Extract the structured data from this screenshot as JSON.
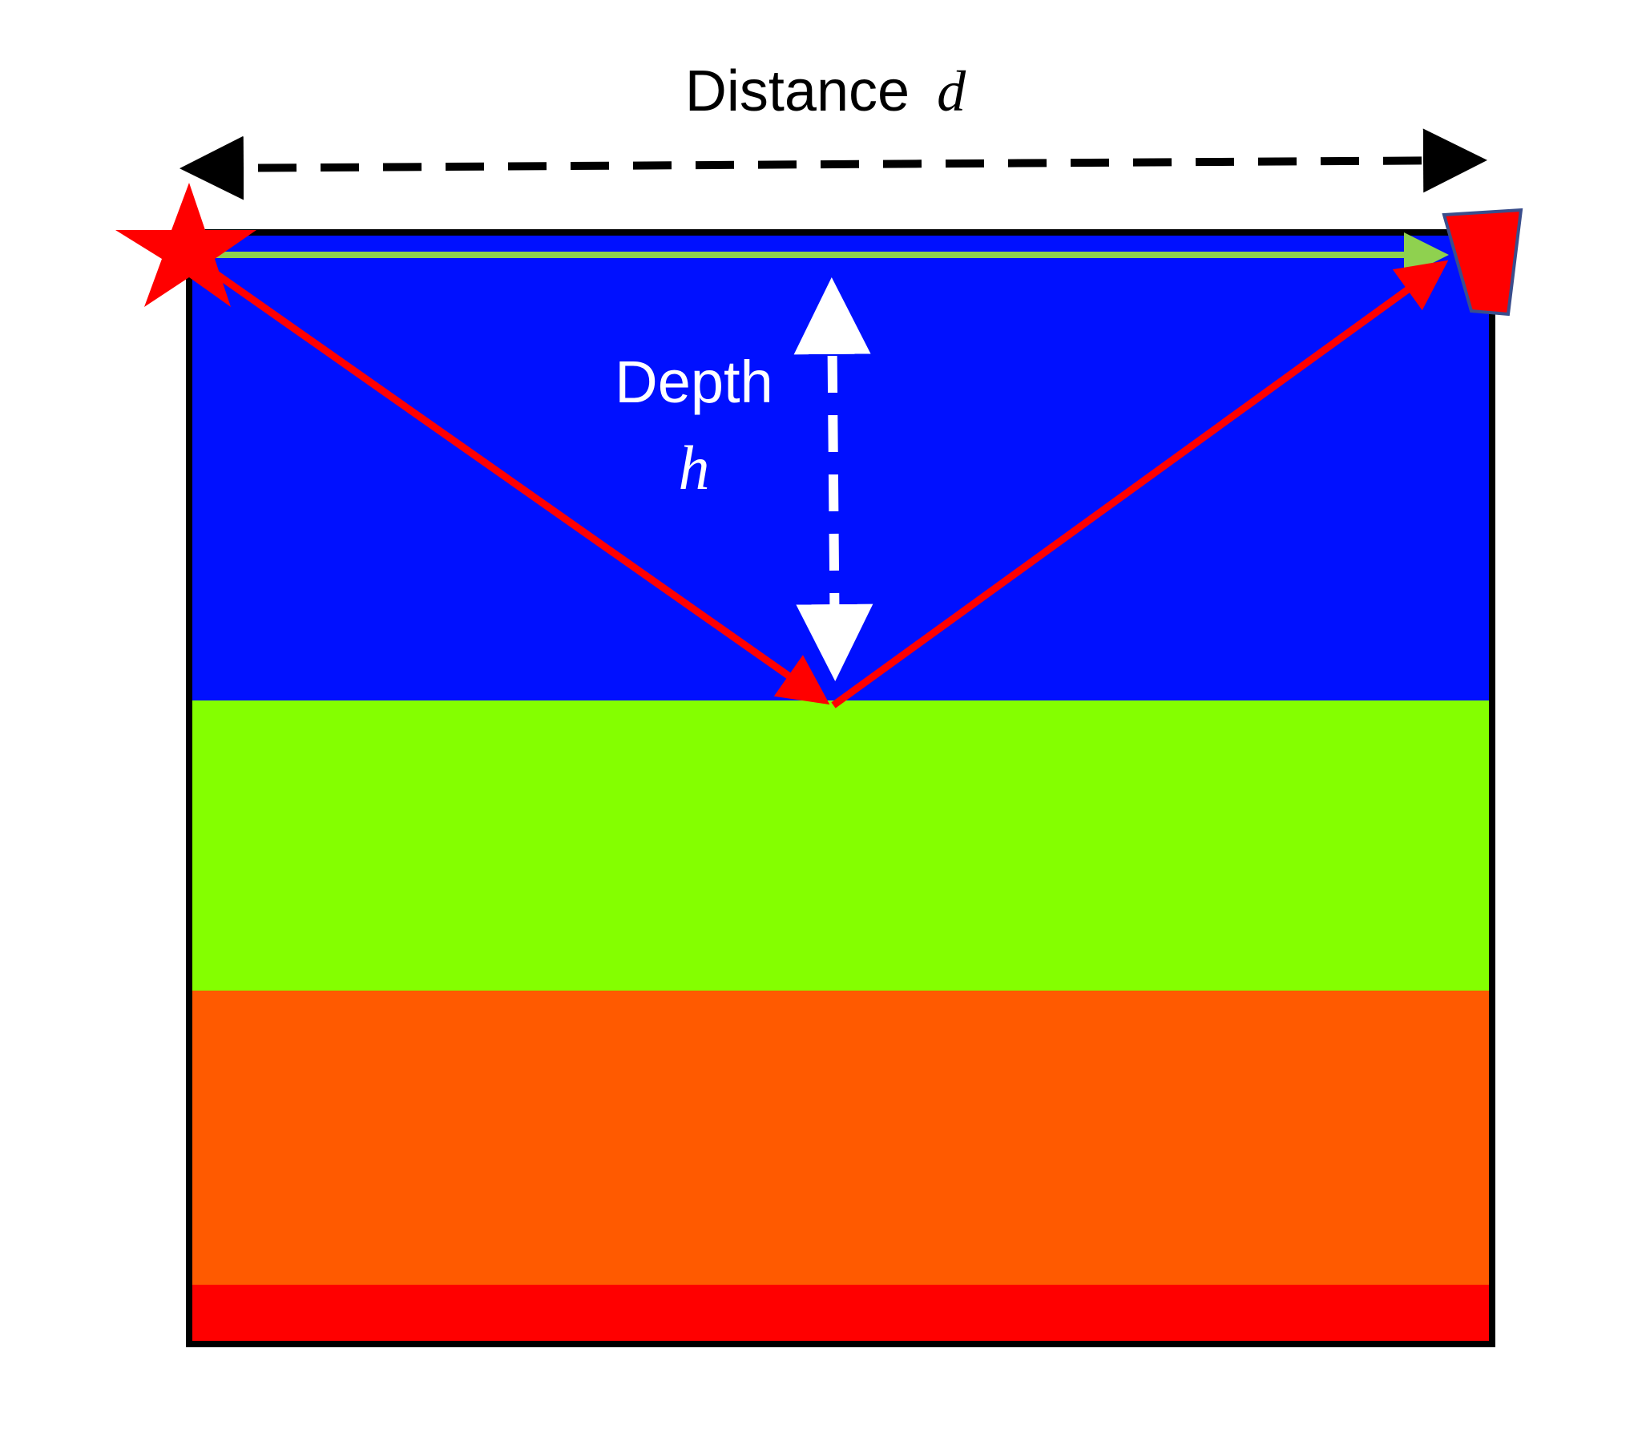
{
  "distance_label": {
    "text": "Distance",
    "variable": "d"
  },
  "depth_label": {
    "text": "Depth",
    "variable": "h"
  },
  "colors": {
    "layer_1": "#0010ff",
    "layer_2": "#84ff00",
    "layer_3": "#ff5a00",
    "layer_4": "#ff0000",
    "frame": "#000000",
    "source_star": "#ff0000",
    "receiver": "#ff0000",
    "receiver_outline": "#3a4e8c",
    "direct_ray": "#8fd14f",
    "reflected_ray": "#ff0000",
    "distance_arrow": "#000000",
    "depth_arrow": "#ffffff"
  },
  "icons": {
    "source": "star-icon",
    "receiver": "receiver-icon"
  }
}
